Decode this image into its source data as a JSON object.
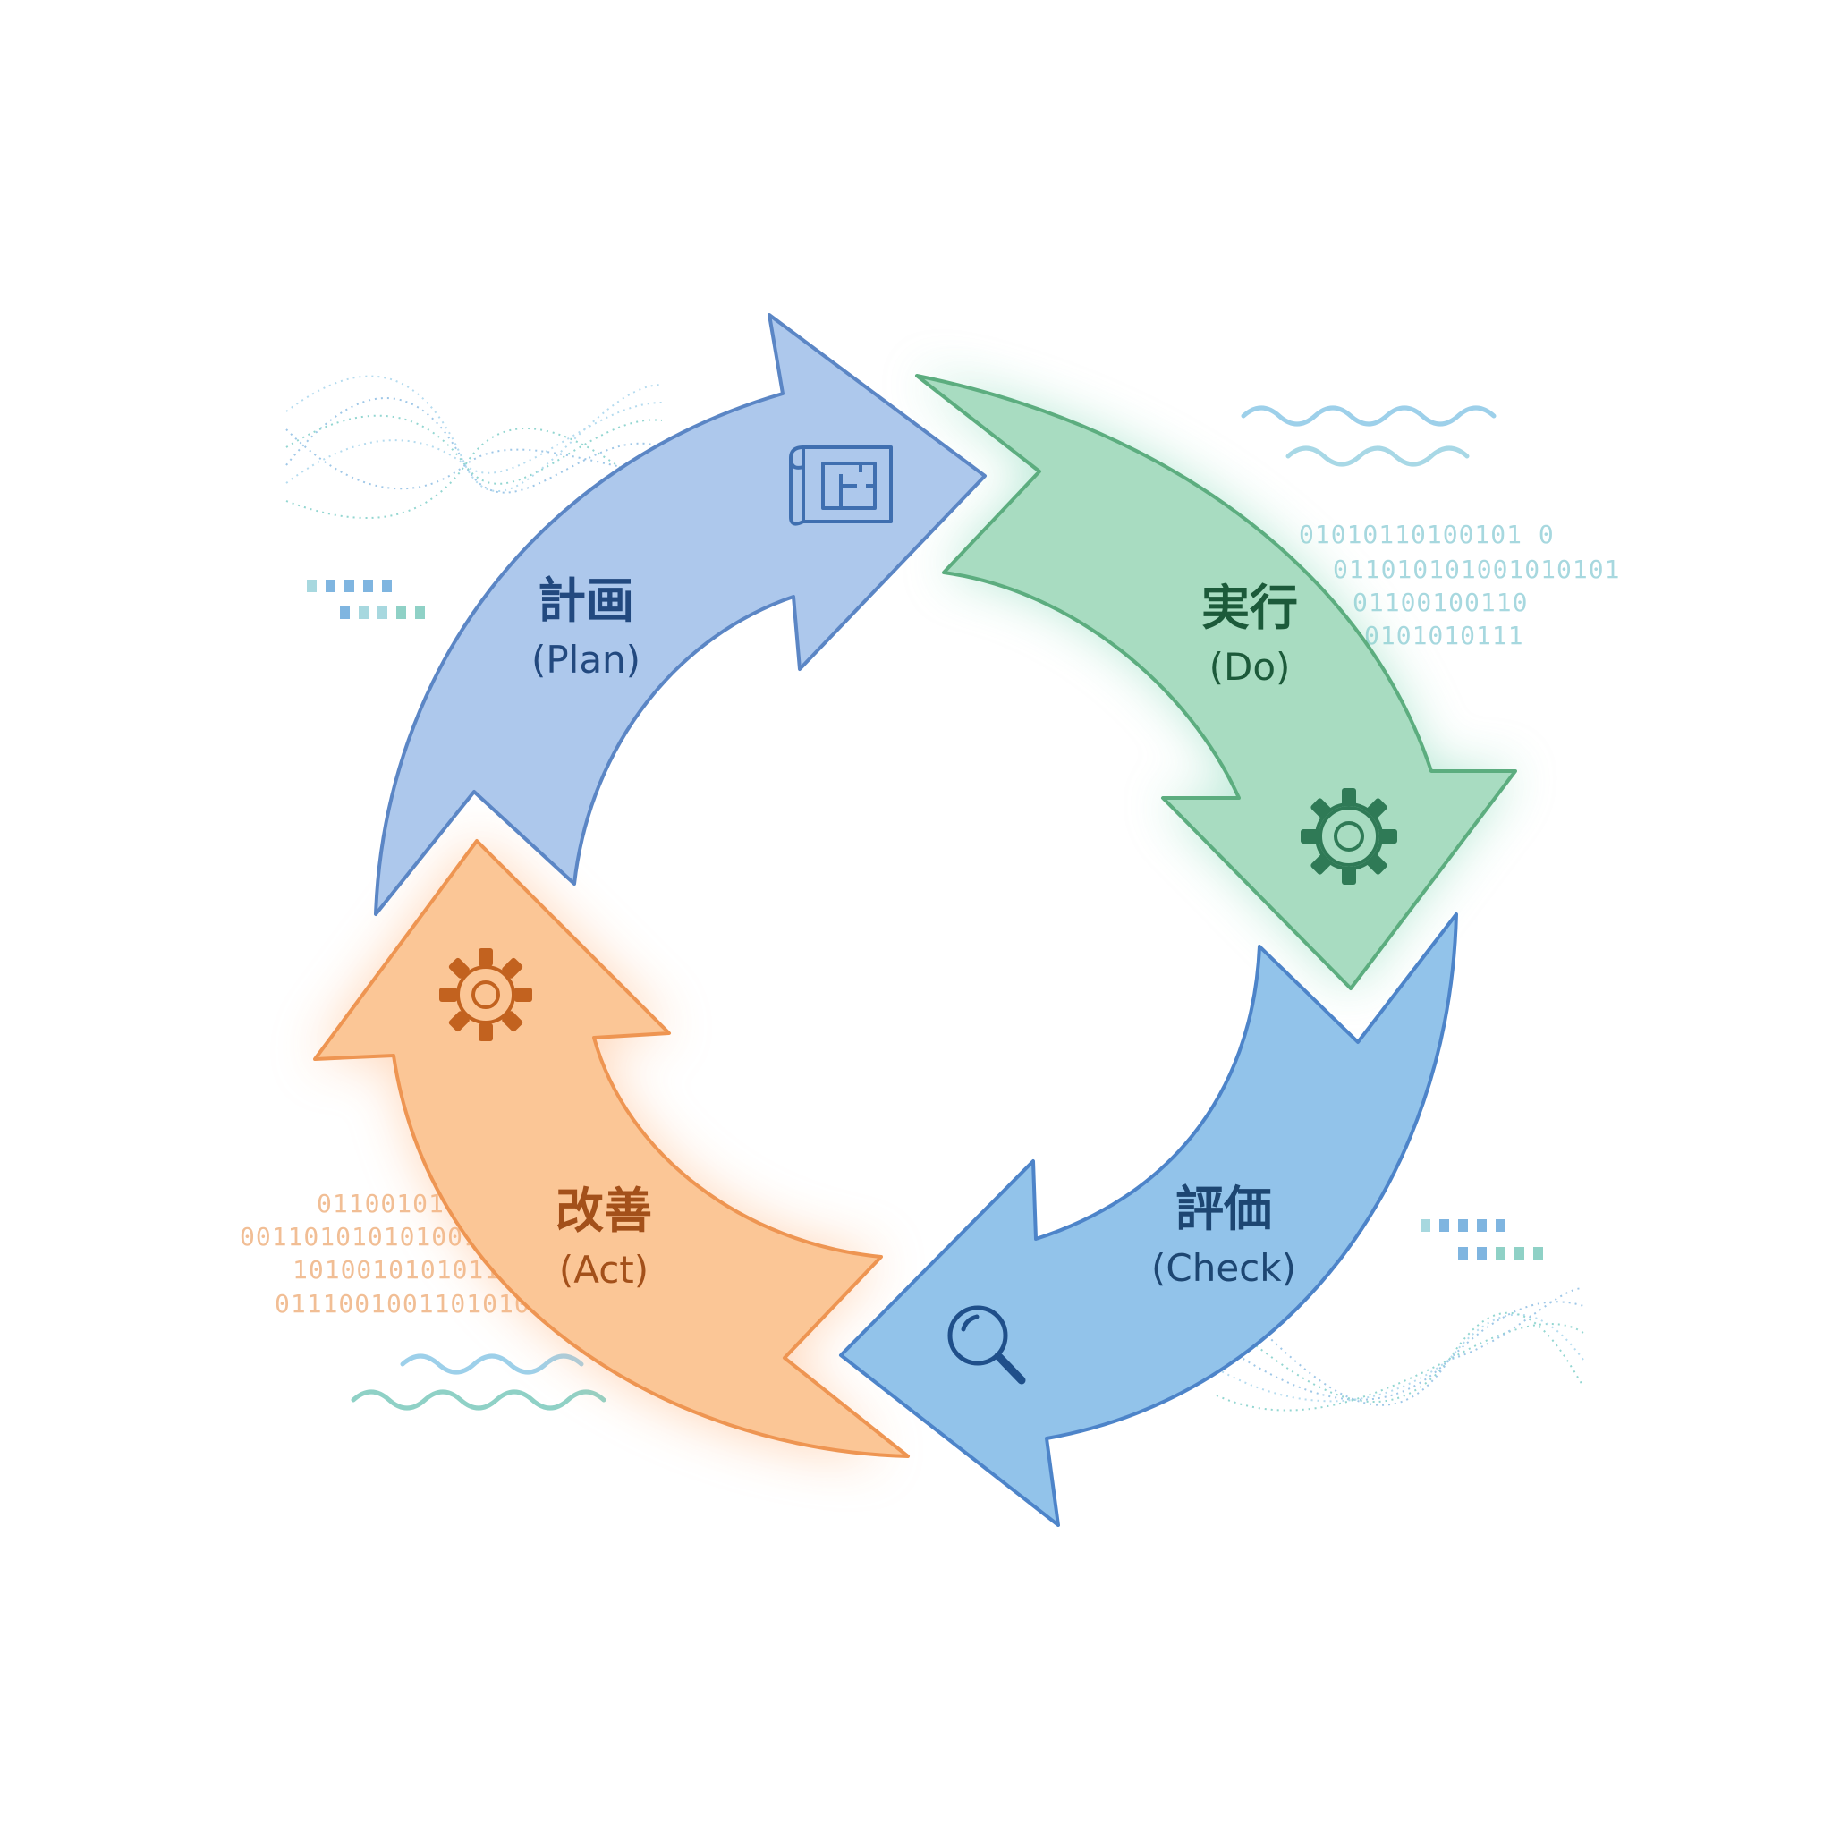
{
  "diagram": {
    "type": "cycle",
    "stages": [
      {
        "id": "plan",
        "title": "計画",
        "subtitle": "(Plan)",
        "icon": "blueprint-icon",
        "color": "#adc8ec",
        "stroke": "#5b86c5",
        "text_color": "#22497f"
      },
      {
        "id": "do",
        "title": "実行",
        "subtitle": "(Do)",
        "icon": "gear-icon",
        "color": "#a8dcc1",
        "stroke": "#5cad7f",
        "text_color": "#1c5a3a"
      },
      {
        "id": "check",
        "title": "評価",
        "subtitle": "(Check)",
        "icon": "magnifying-glass-icon",
        "color": "#92c3ea",
        "stroke": "#4d84c9",
        "text_color": "#1d4672"
      },
      {
        "id": "act",
        "title": "改善",
        "subtitle": "(Act)",
        "icon": "gear-icon",
        "color": "#fbc696",
        "stroke": "#ee9552",
        "text_color": "#a3501a"
      }
    ],
    "decorations": {
      "binary_right": [
        "01010110100101 0",
        "011010101001010101",
        "01100100110",
        "0101010111"
      ],
      "binary_left": [
        "01100101011",
        "0011010101010010",
        "10100101010111",
        "01110010011010101"
      ],
      "colors": {
        "teal": "#6fc9c2",
        "sky": "#7fb5e0",
        "light_blue": "#9dd0ea",
        "orange_text": "#e9a774"
      }
    }
  }
}
